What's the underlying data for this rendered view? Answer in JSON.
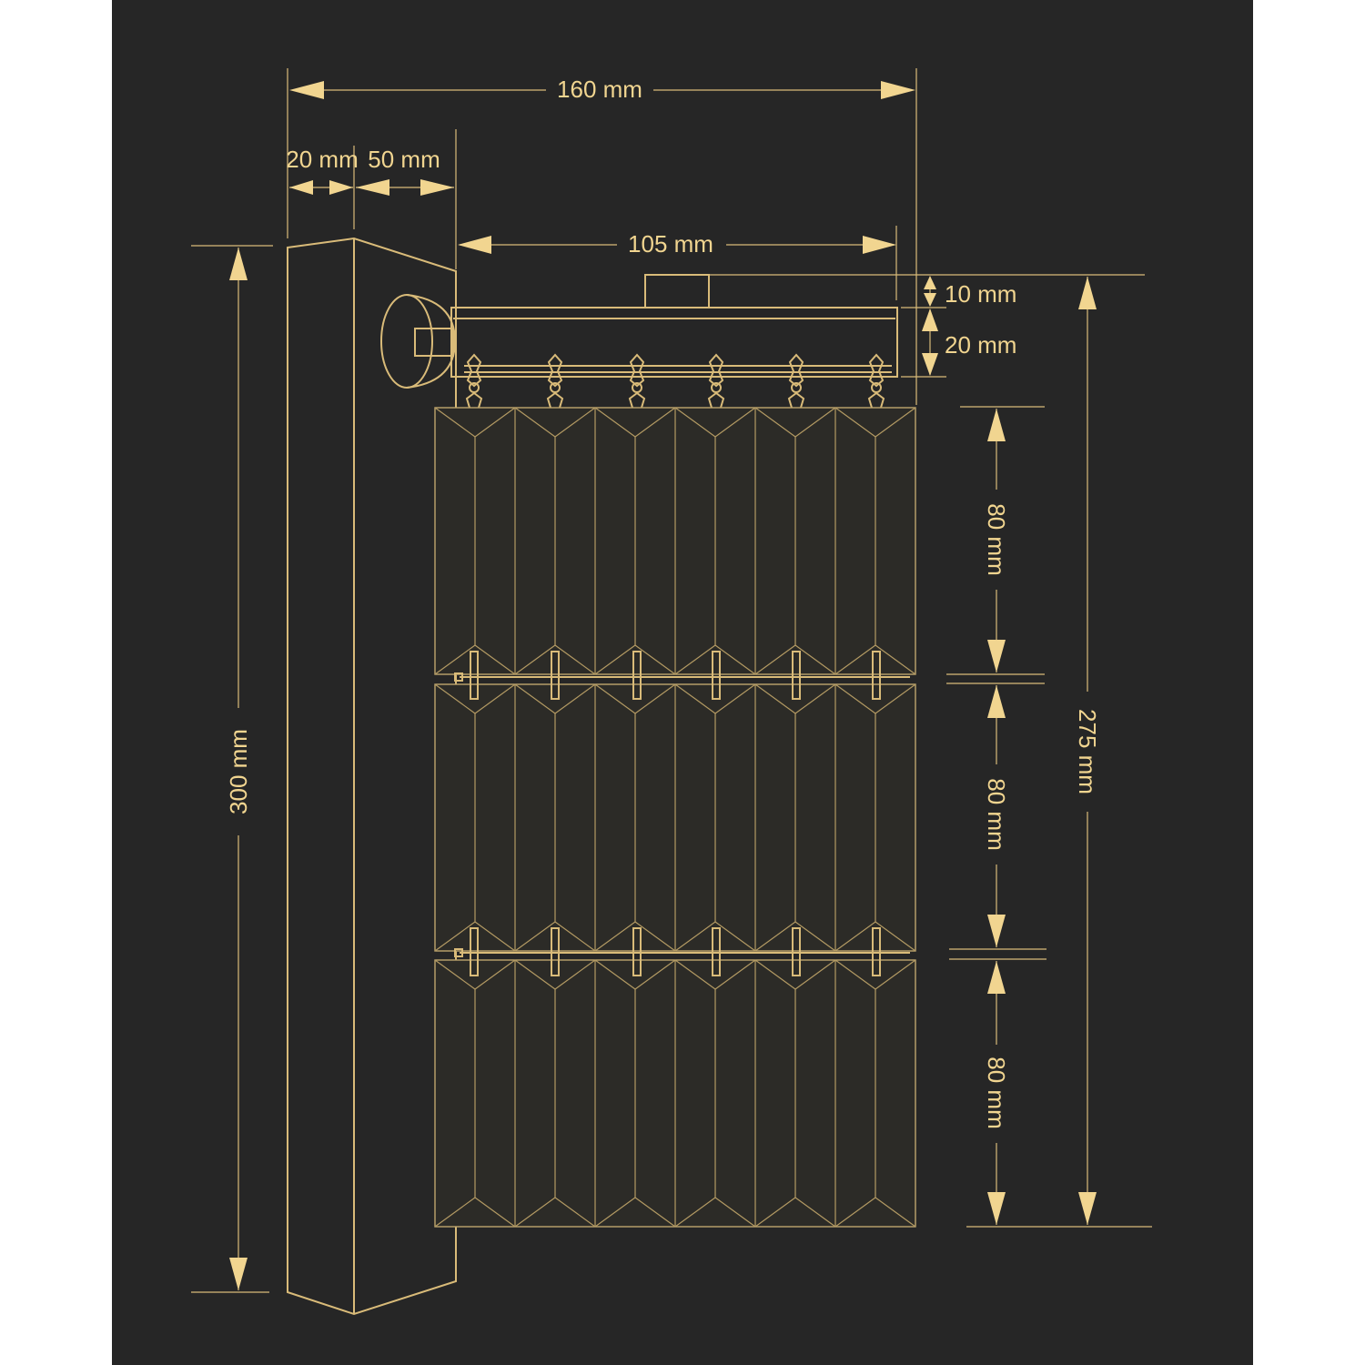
{
  "dimensions": {
    "total_width": "160 mm",
    "wall_depth": "20 mm",
    "bracket_depth": "50 mm",
    "rail_width": "105 mm",
    "cap_height": "10 mm",
    "rail_height": "20 mm",
    "total_height": "300 mm",
    "crystal_height": "275 mm",
    "tier_1_height": "80 mm",
    "tier_2_height": "80 mm",
    "tier_3_height": "80 mm"
  },
  "colors": {
    "background": "#262626",
    "line": "#d9bb79",
    "text": "#f1d590"
  },
  "drawing": {
    "tiers": 3,
    "prisms_per_tier": 6,
    "clips_per_row": 6
  }
}
